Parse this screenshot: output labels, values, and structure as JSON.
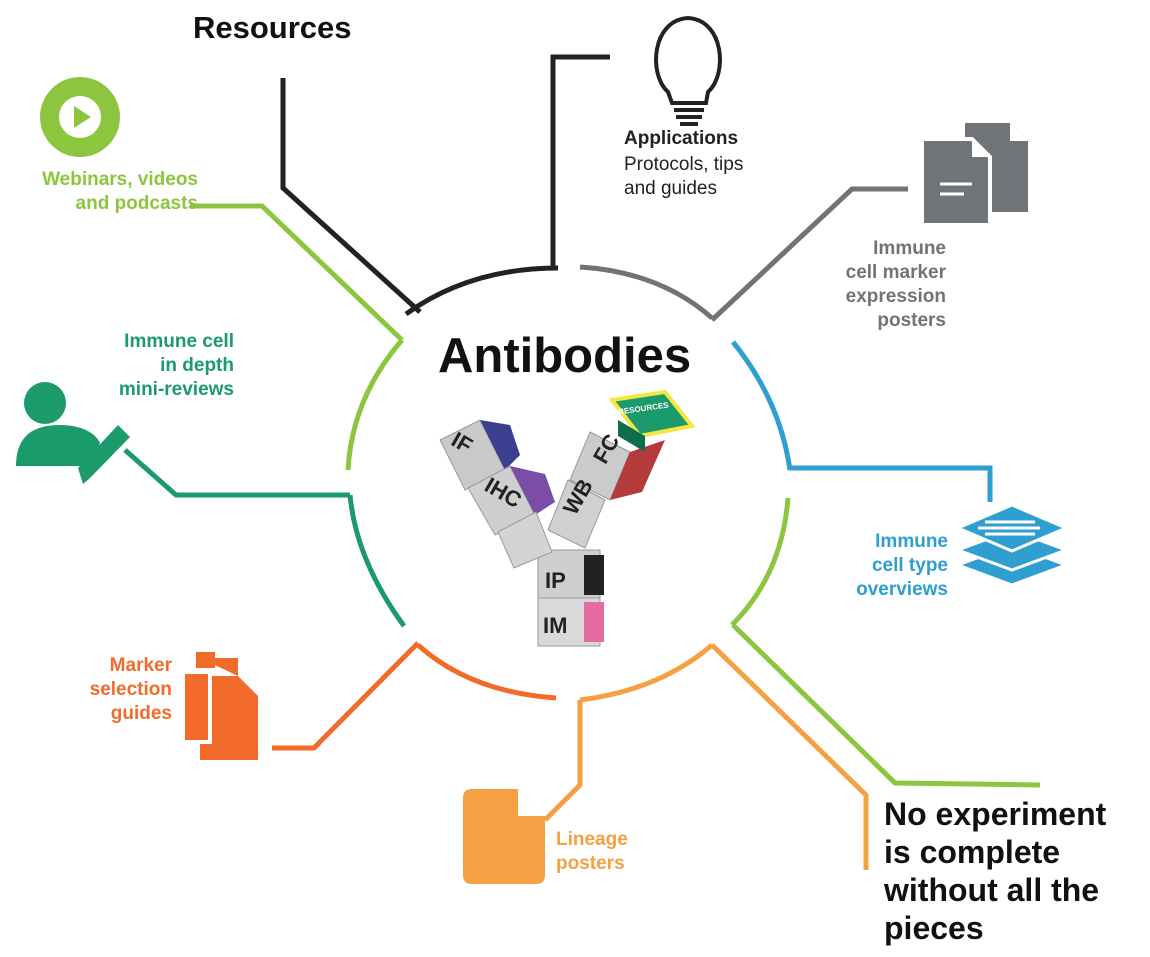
{
  "title": "Resources",
  "center_title": "Antibodies",
  "tagline": "No experiment\nis complete\nwithout all the\npieces",
  "applications": {
    "heading": "Applications",
    "subtitle": "Protocols, tips\nand guides"
  },
  "labels": {
    "webinars": "Webinars, videos\nand podcasts",
    "mini_reviews": "Immune cell\nin depth\nmini-reviews",
    "marker_posters": "Immune\ncell marker\nexpression\nposters",
    "cell_type": "Immune\ncell type\noverviews",
    "marker_selection": "Marker\nselection\nguides",
    "lineage": "Lineage\nposters"
  },
  "antibody_tiles": {
    "if": "IF",
    "ihc": "IHC",
    "fc": "FC",
    "wb": "WB",
    "ip": "IP",
    "im": "IM",
    "resources_tile": "RESOURCES"
  },
  "colors": {
    "black": "#222222",
    "gray": "#707378",
    "green_light": "#8CC63F",
    "green_dark": "#1B9A6B",
    "blue": "#2E9FD0",
    "orange_dark": "#F26B2A",
    "orange_light": "#F5A042"
  }
}
